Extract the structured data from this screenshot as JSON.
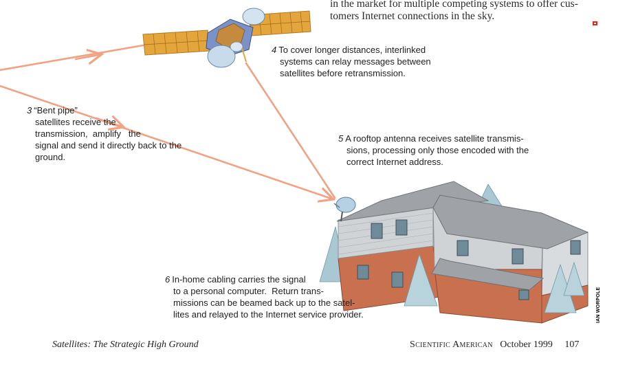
{
  "page": {
    "intro_line_1": "in the market for multiple competing systems to offer cus-",
    "intro_line_2": "tomers Internet connections in the sky.",
    "captions": [
      {
        "num": "3",
        "lines": [
          "“Bent pipe”",
          "satellites receive the",
          "transmission,  amplify   the",
          "signal and send it directly back to the",
          "ground."
        ]
      },
      {
        "num": "4",
        "lines": [
          "To cover longer distances, interlinked",
          "systems can relay messages between",
          "satellites before retransmission."
        ]
      },
      {
        "num": "5",
        "lines": [
          "A rooftop antenna receives satellite transmis-",
          "sions, processing only those encoded with the",
          "correct Internet address."
        ]
      },
      {
        "num": "6",
        "lines": [
          "In-home cabling carries the signal",
          "to a personal computer.  Return trans-",
          "missions can be beamed back up to the satel-",
          "lites and relayed to the Internet service provider."
        ]
      }
    ],
    "credit": "IAN WORPOLE",
    "footer": {
      "left": "Satellites: The Strategic High Ground",
      "magazine": "Scientific American",
      "date": "October 1999",
      "page_number": "107"
    }
  },
  "colors": {
    "beam": "#f2a182",
    "panel": "#e3a53c",
    "roof": "#9fa3a8",
    "siding": "#cfd3d6",
    "brick": "#c9714f",
    "tree": "#a9c8d4",
    "end_mark": "#e8231f"
  }
}
